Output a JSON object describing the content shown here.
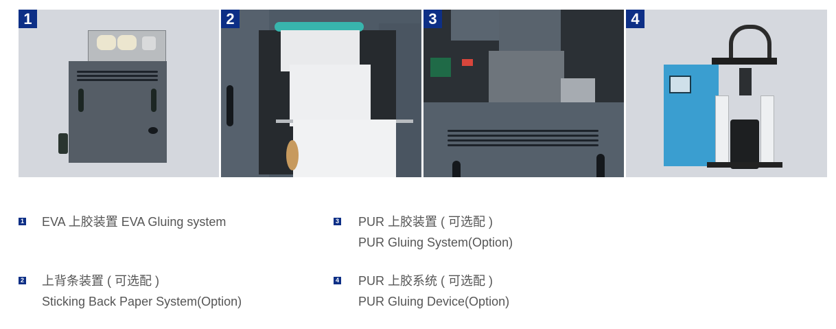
{
  "panels": [
    {
      "number": "1",
      "subject": "EVA gluing unit photo"
    },
    {
      "number": "2",
      "subject": "Sticking back paper roll photo"
    },
    {
      "number": "3",
      "subject": "PUR gluing unit photo"
    },
    {
      "number": "4",
      "subject": "PUR gluing device photo"
    }
  ],
  "legend": [
    {
      "number": "1",
      "line1": "EVA 上胶装置 EVA Gluing system",
      "line2": ""
    },
    {
      "number": "2",
      "line1": "上背条装置 ( 可选配 )",
      "line2": "Sticking Back Paper System(Option)"
    },
    {
      "number": "3",
      "line1": "PUR 上胶装置 ( 可选配 )",
      "line2": "PUR Gluing System(Option)"
    },
    {
      "number": "4",
      "line1": "PUR 上胶系统 ( 可选配 )",
      "line2": "PUR Gluing Device(Option)"
    }
  ],
  "colors": {
    "badge": "#0d2f86",
    "text": "#555555",
    "panel_bg": "#d4d7dd"
  }
}
